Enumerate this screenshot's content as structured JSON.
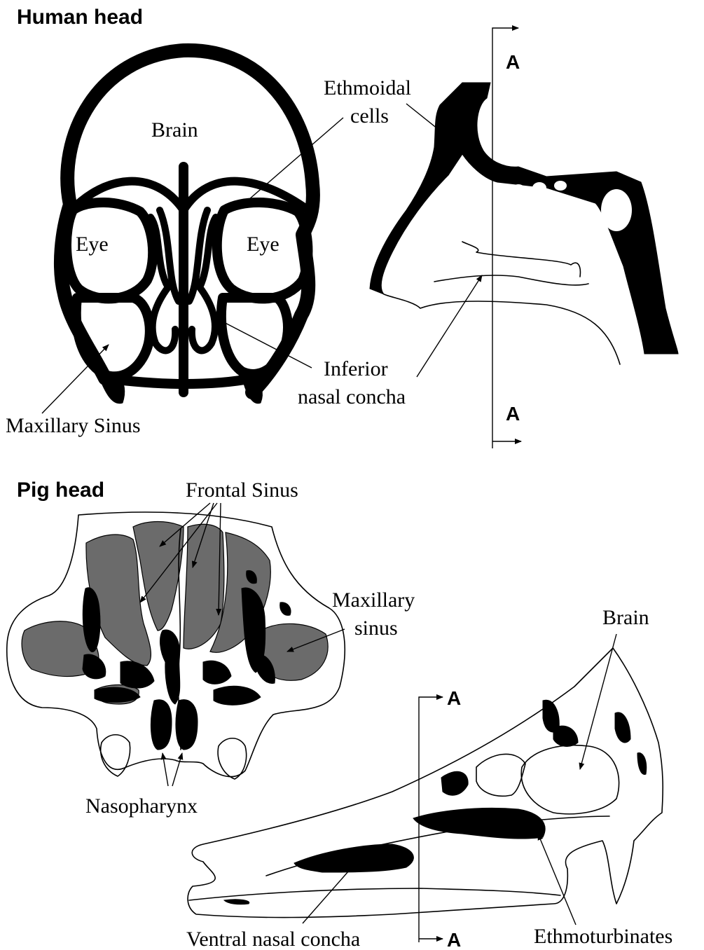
{
  "human": {
    "title": "Human head",
    "labels": {
      "brain": "Brain",
      "eye_left": "Eye",
      "eye_right": "Eye",
      "maxillary_sinus": "Maxillary Sinus",
      "ethmoidal_line1": "Ethmoidal",
      "ethmoidal_line2": "cells",
      "concha_line1": "Inferior",
      "concha_line2": "nasal concha",
      "section_top": "A",
      "section_bottom": "A"
    }
  },
  "pig": {
    "title": "Pig head",
    "labels": {
      "frontal_sinus": "Frontal Sinus",
      "maxillary_line1": "Maxillary",
      "maxillary_line2": "sinus",
      "nasopharynx": "Nasopharynx",
      "brain": "Brain",
      "section_top": "A",
      "section_bottom": "A",
      "ventral_concha": "Ventral nasal concha",
      "ethmoturbinates": "Ethmoturbinates"
    }
  },
  "colors": {
    "ink": "#000000",
    "sinus_fill": "#6b6b6b",
    "background": "#ffffff"
  }
}
